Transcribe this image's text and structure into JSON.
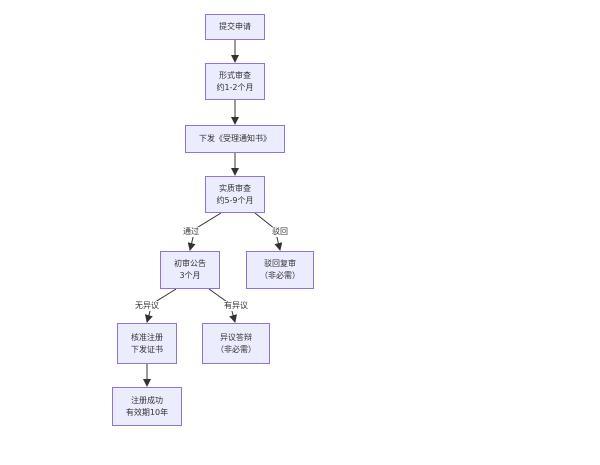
{
  "flowchart": {
    "nodes": {
      "submit": {
        "line1": "提交申请"
      },
      "formal_review": {
        "line1": "形式审查",
        "line2": "约1-2个月"
      },
      "acceptance_notice": {
        "line1": "下发《受理通知书》"
      },
      "substantive_review": {
        "line1": "实质审查",
        "line2": "约5-9个月"
      },
      "preliminary_announcement": {
        "line1": "初审公告",
        "line2": "3个月"
      },
      "rejection_review": {
        "line1": "驳回复审",
        "line2": "（非必需）"
      },
      "approve_register": {
        "line1": "核准注册",
        "line2": "下发证书"
      },
      "opposition_reply": {
        "line1": "异议答辩",
        "line2": "（非必需）"
      },
      "registration_success": {
        "line1": "注册成功",
        "line2": "有效期10年"
      }
    },
    "edge_labels": {
      "pass": "通过",
      "reject": "驳回",
      "no_objection": "无异议",
      "objection": "有异议"
    }
  }
}
